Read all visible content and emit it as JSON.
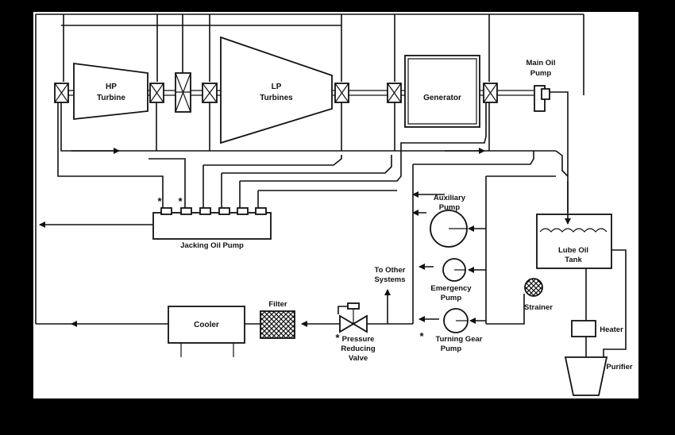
{
  "colors": {
    "frame": "#000000",
    "paper": "#ffffff",
    "ink": "#111111"
  },
  "labels": {
    "hp_turbine": [
      "HP",
      "Turbine"
    ],
    "lp_turbines": [
      "LP",
      "Turbines"
    ],
    "generator": "Generator",
    "main_oil_pump": [
      "Main Oil",
      "Pump"
    ],
    "auxiliary_pump": [
      "Auxiliary",
      "Pump"
    ],
    "emergency_pump": [
      "Emergency",
      "Pump"
    ],
    "turning_gear_pump": [
      "Turning Gear",
      "Pump"
    ],
    "lube_oil_tank": [
      "Lube Oil",
      "Tank"
    ],
    "strainer": "Strainer",
    "heater": "Heater",
    "purifier": "Purifier",
    "jacking_oil_pump": "Jacking Oil Pump",
    "cooler": "Cooler",
    "filter": "Filter",
    "pressure_reducing_valve": [
      "Pressure",
      "Reducing",
      "Valve"
    ],
    "to_other_systems": [
      "To Other",
      "Systems"
    ],
    "asterisk": "*"
  }
}
